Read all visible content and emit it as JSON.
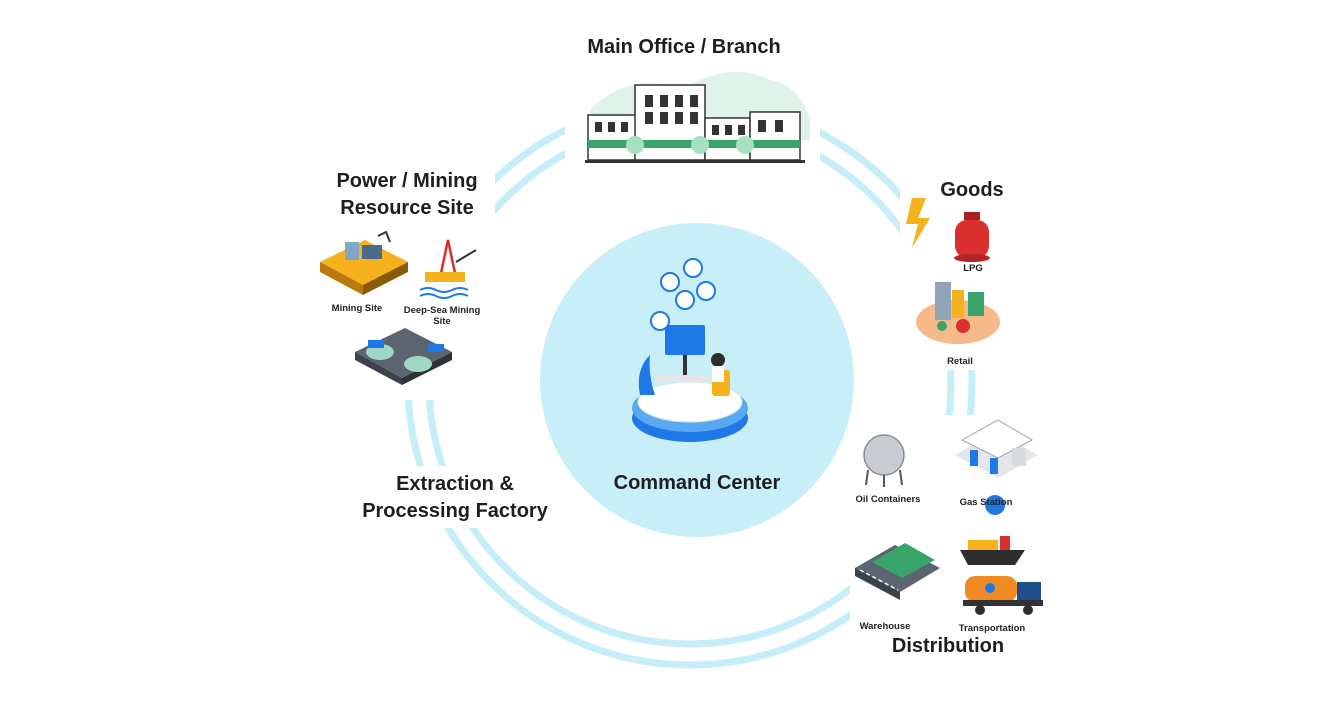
{
  "center": {
    "label": "Command Center"
  },
  "nodes": {
    "main_office": {
      "label": "Main Office / Branch"
    },
    "power_mining": {
      "label_line1": "Power / Mining",
      "label_line2": "Resource Site"
    },
    "goods": {
      "label": "Goods"
    },
    "extraction": {
      "label_line1": "Extraction &",
      "label_line2": "Processing Factory"
    },
    "distribution": {
      "label": "Distribution"
    }
  },
  "sub_labels": {
    "mining_site": "Mining Site",
    "deep_sea_line1": "Deep-Sea Mining",
    "deep_sea_line2": "Site",
    "lpg": "LPG",
    "retail": "Retail",
    "oil_containers": "Oil Containers",
    "gas_station": "Gas Station",
    "warehouse": "Warehouse",
    "transportation": "Transportation"
  },
  "colors": {
    "ring": "#c6eef8",
    "center_disk": "#c8eff8",
    "accent_blue": "#1e78e6",
    "accent_yellow": "#f6b21c",
    "accent_red": "#d92f2f",
    "accent_green": "#3aa56a"
  },
  "icons": [
    "office-buildings-icon",
    "mining-site-icon",
    "oil-rig-icon",
    "processing-plant-icon",
    "lightning-icon",
    "lpg-tank-icon",
    "retail-shop-icon",
    "oil-container-icon",
    "gas-station-icon",
    "warehouse-icon",
    "cargo-ship-icon",
    "fuel-truck-icon",
    "operator-desk-icon",
    "person-avatar-icon"
  ]
}
